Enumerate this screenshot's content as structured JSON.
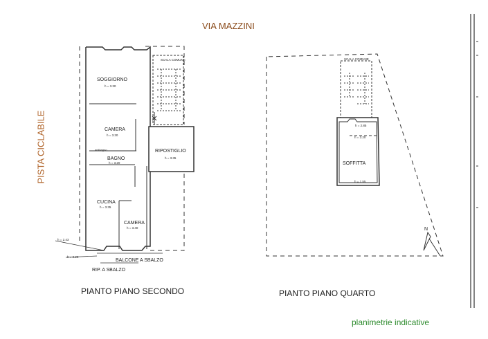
{
  "street_label": "VIA MAZZINI",
  "side_label": "PISTA CICLABILE",
  "footer_note": "planimetrie indicative",
  "colors": {
    "street": "#8a4a1a",
    "side": "#b0642a",
    "note": "#2e8b2e",
    "lines": "#333333"
  },
  "plan_second": {
    "title": "PIANTO PIANO SECONDO",
    "stair": "SCALA COMUNE",
    "rooms": [
      {
        "name": "SOGGIORNO",
        "height": "h = 3.30"
      },
      {
        "name": "CAMERA",
        "height": "h = 3.30"
      },
      {
        "name": "BAGNO",
        "height": "h = 3.20"
      },
      {
        "name": "CUCINA",
        "height": "h = 3.35"
      },
      {
        "name": "CAMERA",
        "height": "h = 3.40"
      },
      {
        "name": "RIPOSTIGLIO",
        "height": "h = 3.35"
      }
    ],
    "antibagno": "antibagno",
    "balcony": "BALCONE A SBALZO",
    "rip": "RIP. A SBALZO",
    "h_left_1": "h = 2.43",
    "h_left_2": "h = 2.20"
  },
  "plan_fourth": {
    "title": "PIANTO PIANO QUARTO",
    "stair": "SCALA COMUNE",
    "room": "SOFFITTA",
    "heights": [
      "h = 2.85",
      "h = 3.20",
      "h = 1.55"
    ]
  },
  "north": "N"
}
